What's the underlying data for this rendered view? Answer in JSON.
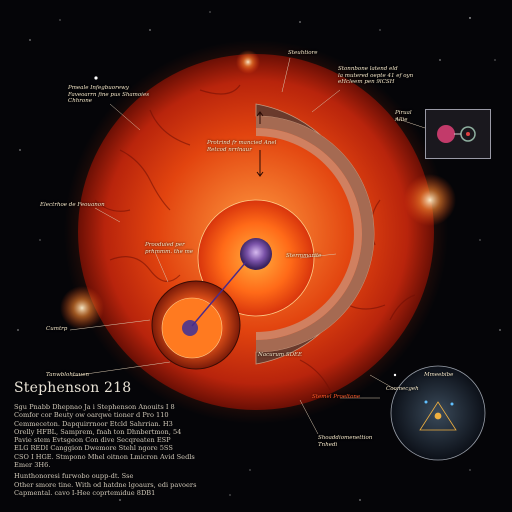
{
  "title": "Stephenson 218",
  "description_lines": [
    "Sgu Pnabb Dhepnao Ja i Stephenson Anouits I 8",
    "Comfor cor Beuty ow oarqwe tioner d Pro 110",
    "Cemmeceton. Dapquirrnoor Etcld Sahrrian. H3",
    "Orelly HFBL, Samprem, fnah ton Dhnbertmon, 54",
    "Pavie stem   Evtsgeon Con dive Secqreaten ESP",
    "ELG REDI Canggion Dwemore Stehl ngore 5SS",
    "CSO I HGE. Stmpono Mhel oitnon Lmicron Avid Sedls",
    "Emer 3H6.",
    "Hunthonoresi furwobo oupp-dt. Sse",
    "Other smore tine. With od hatdne lgoaurs, edi pavoers",
    "Capmental. cavo I-Hee coprtemidue 8DB1"
  ],
  "labels": {
    "top_left": [
      "Pmeale Infegbuorewy",
      "Faveoarrn fine pus Shamoies",
      "Chhrone"
    ],
    "top_center": "Steuhtiore",
    "top_right": [
      "Stonnbone latend eld",
      "la mutered oepte 41 ef oyn",
      "eHcleem pen 9lCSH"
    ],
    "inset_right": [
      "Pirual",
      "Allie"
    ],
    "inner_top": [
      "Protrind fr mancied Anel",
      "Retcod nrrlnaur"
    ],
    "left_mid": "Electrhoe de Feouanon",
    "inner_left": [
      "Prooduied per",
      "prhmmm. the me"
    ],
    "right_inner": "Stermmarite",
    "core_bottom": "Nacurum SDEE",
    "left_lower": "Cumtrp",
    "bottom_left": "Tanwblohtuuen",
    "bottom_mid_red": "Stemel Proeltone",
    "bottom_mid_right": "Coomecgeh",
    "bottom_center": [
      "Shoaddiomenettion",
      "Tnhedi"
    ],
    "bottom_right_inset": "Mmeebibe"
  },
  "colors": {
    "space": "#050508",
    "star_outer": "#b8240c",
    "star_mid": "#e2440f",
    "star_inner_core": "#ff8a1a",
    "core": "#5a3b86",
    "shell": "#8a5a4a",
    "label_text": "#f3e6c8",
    "label_red": "#ff5a2a"
  }
}
